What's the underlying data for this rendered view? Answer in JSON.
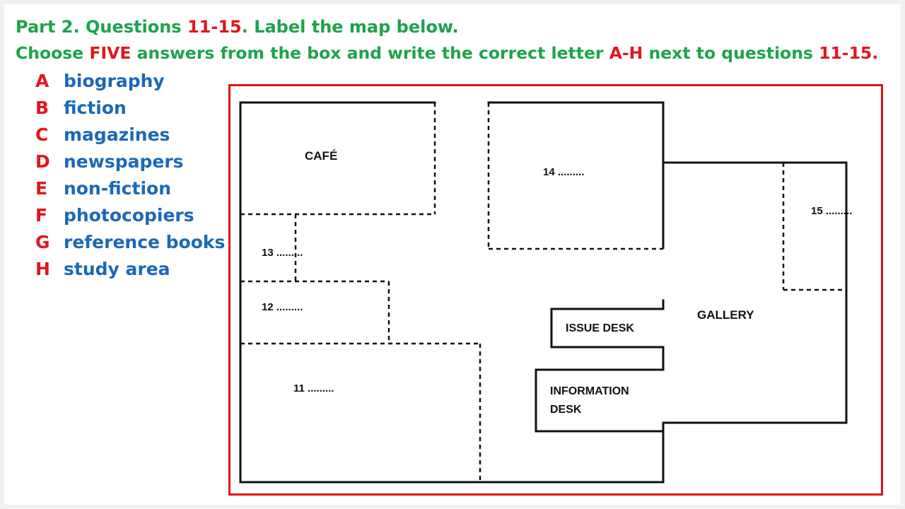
{
  "instructions": {
    "line1": {
      "a": "Part 2. Questions ",
      "b": "11-15",
      "c": ". Label the map below."
    },
    "line2": {
      "a": "Choose ",
      "b": "FIVE",
      "c": " answers from the box and write the correct letter ",
      "d": "A-H",
      "e": " next to questions ",
      "f": "11-15."
    }
  },
  "options": [
    {
      "letter": "A",
      "text": "biography"
    },
    {
      "letter": "B",
      "text": "fiction"
    },
    {
      "letter": "C",
      "text": "magazines"
    },
    {
      "letter": "D",
      "text": "newspapers"
    },
    {
      "letter": "E",
      "text": "non-fiction"
    },
    {
      "letter": "F",
      "text": "photocopiers"
    },
    {
      "letter": "G",
      "text": "reference books"
    },
    {
      "letter": "H",
      "text": "study area"
    }
  ],
  "map": {
    "cafe": "CAFÉ",
    "q11": "11 .........",
    "q12": "12 .........",
    "q13": "13 .........",
    "q14": "14 .........",
    "q15": "15 .........",
    "gallery": "GALLERY",
    "issue_desk": "ISSUE DESK",
    "information_desk_1": "INFORMATION",
    "information_desk_2": "DESK"
  }
}
